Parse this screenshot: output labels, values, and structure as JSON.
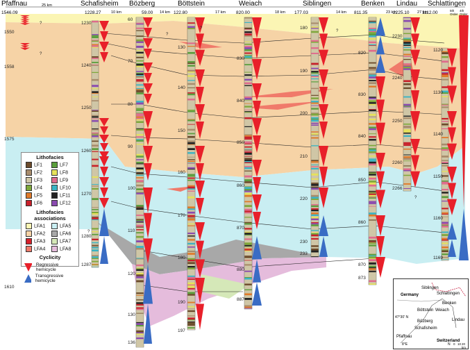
{
  "wells": [
    {
      "name": "Pfaffnau",
      "depth_top": "1546.09"
    },
    {
      "name": "Schafisheim",
      "depth_top": "1228.27"
    },
    {
      "name": "Bözberg",
      "depth_top": "59.00"
    },
    {
      "name": "Böttstein",
      "depth_top": "122.80"
    },
    {
      "name": "Weiach",
      "depth_top": "820.00"
    },
    {
      "name": "Siblingen",
      "depth_top": "177.03"
    },
    {
      "name": "Benken",
      "depth_top": "811.35"
    },
    {
      "name": "Lindau",
      "depth_top": "2225.10"
    },
    {
      "name": "Schlattingen",
      "depth_top": "1112.00"
    }
  ],
  "distances": [
    "25 km",
    "10 km",
    "14 km",
    "17 km",
    "18 km",
    "14 km",
    "23 km",
    "27 km"
  ],
  "orders": [
    "5th Order",
    "4th Order"
  ],
  "depth_labels": {
    "pfaffnau": [
      "1550",
      "1558",
      "1575",
      "1610"
    ],
    "schafisheim": [
      "1230",
      "1240",
      "1250",
      "1260",
      "1270",
      "1280",
      "1287"
    ],
    "bozberg": [
      "60",
      "70",
      "80",
      "90",
      "100",
      "110",
      "120",
      "130",
      "136"
    ],
    "bottstein": [
      "130",
      "140",
      "150",
      "160",
      "170",
      "180",
      "190",
      "197"
    ],
    "weiach": [
      "830",
      "840",
      "850",
      "860",
      "870",
      "880",
      "887"
    ],
    "siblingen": [
      "180",
      "190",
      "200",
      "210",
      "220",
      "230",
      "233"
    ],
    "benken": [
      "820",
      "830",
      "840",
      "850",
      "860",
      "870",
      "873"
    ],
    "lindau": [
      "2230",
      "2240",
      "2250",
      "2260",
      "2266"
    ],
    "schlattingen": [
      "1120",
      "1130",
      "1140",
      "1150",
      "1160",
      "1169"
    ]
  },
  "question_marks": [
    "?",
    "?",
    "?",
    "?",
    "?",
    "?",
    "?"
  ],
  "legend": {
    "lithofacies_title": "Lithofacies",
    "lithofacies": [
      {
        "label": "LF1",
        "color": "#6b4a2a"
      },
      {
        "label": "LF7",
        "color": "#5a9e3c"
      },
      {
        "label": "LF2",
        "color": "#a88c6c"
      },
      {
        "label": "LF8",
        "color": "#e6e25a"
      },
      {
        "label": "LF3",
        "color": "#cfc6a6"
      },
      {
        "label": "LF9",
        "color": "#e06a8c"
      },
      {
        "label": "LF4",
        "color": "#7ea83a"
      },
      {
        "label": "LF10",
        "color": "#3ab4c4"
      },
      {
        "label": "LF5",
        "color": "#e07a2a"
      },
      {
        "label": "LF11",
        "color": "#222222"
      },
      {
        "label": "LF6",
        "color": "#c8202a"
      },
      {
        "label": "LF12",
        "color": "#8a4ab0"
      }
    ],
    "associations_title": "Lithofacies associations",
    "associations": [
      {
        "label": "LFA1",
        "color": "#fbf5b4"
      },
      {
        "label": "LFA5",
        "color": "#c9eef2"
      },
      {
        "label": "LFA2",
        "color": "#f6d3a6"
      },
      {
        "label": "LFA6",
        "color": "#a8a8a8"
      },
      {
        "label": "LFA3",
        "color": "#d6202a"
      },
      {
        "label": "LFA7",
        "color": "#d5e8b8"
      },
      {
        "label": "LFA4",
        "color": "#f07a6a"
      },
      {
        "label": "LFA8",
        "color": "#e5bcdc"
      }
    ],
    "cyclicity_title": "Cyclicity",
    "regressive": "Regressive hemicycle",
    "transgressive": "Transgressive hemicycle"
  },
  "inset": {
    "country_de": "Germany",
    "country_ch": "Switzerland",
    "places": [
      "Siblingen",
      "Schlattingen",
      "Benken",
      "Böttstein",
      "Weiach",
      "Lindau",
      "Bözberg",
      "Schafisheim",
      "Pfaffnau"
    ],
    "lat": "47°30' N",
    "lon": "8°E",
    "scale": [
      "0",
      "10",
      "20 km"
    ],
    "north": "N"
  },
  "colors": {
    "lfa1": "#fbf5b4",
    "lfa2": "#f6d3a6",
    "lfa5": "#c9eef2",
    "lfa6": "#a8a8a8",
    "lfa7": "#d5e8b8",
    "lfa8": "#e5bcdc",
    "regressive": "#e8202a",
    "transgressive": "#3a6cc4",
    "lfa4": "#f07a6a"
  }
}
